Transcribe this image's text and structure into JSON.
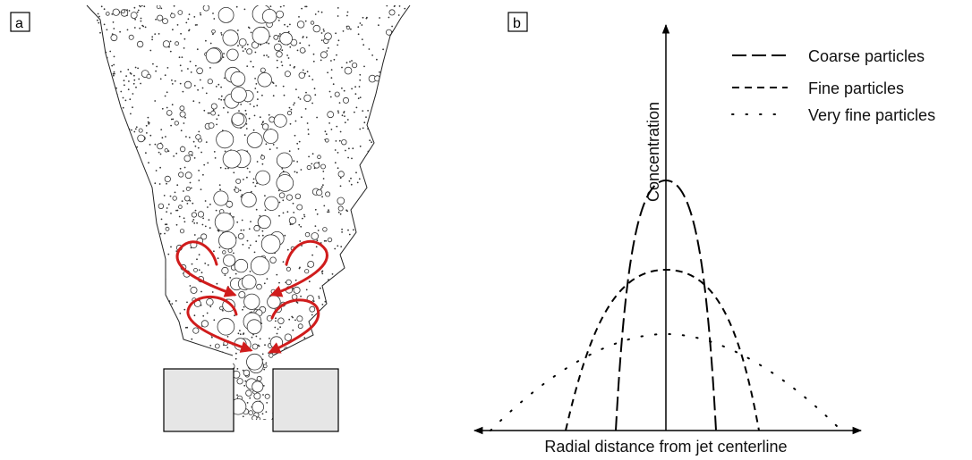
{
  "panel_a": {
    "label": "a"
  },
  "panel_b": {
    "label": "b",
    "ylabel": "Concentration",
    "xlabel": "Radial distance from jet centerline",
    "legend": [
      {
        "label": "Coarse particles",
        "style": "long-dash"
      },
      {
        "label": "Fine particles",
        "style": "short-dash"
      },
      {
        "label": "Very fine particles",
        "style": "dotted"
      }
    ]
  },
  "colors": {
    "swirl": "#d01c1c",
    "nozzle": "#e6e6e6"
  }
}
